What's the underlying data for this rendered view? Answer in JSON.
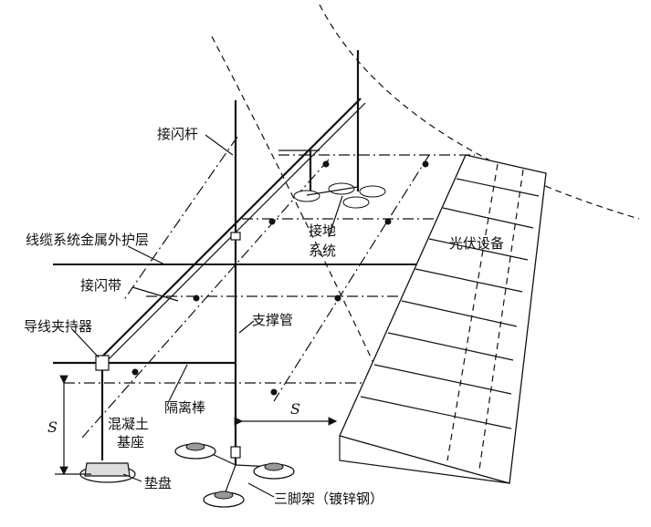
{
  "labels": {
    "air_terminal": "接闪杆",
    "cable_sheath": "线缆系统金属外护层",
    "grounding": "接地\n系统",
    "pv_equipment": "光伏设备",
    "strap": "接闪带",
    "support_pipe": "支撑管",
    "clamp": "导线夹持器",
    "spacer_rod": "隔离棒",
    "concrete_base": "混凝土\n基座",
    "pad": "垫盘",
    "tripod": "三脚架（镀锌钢）",
    "s_left": "S",
    "s_bottom": "S"
  }
}
